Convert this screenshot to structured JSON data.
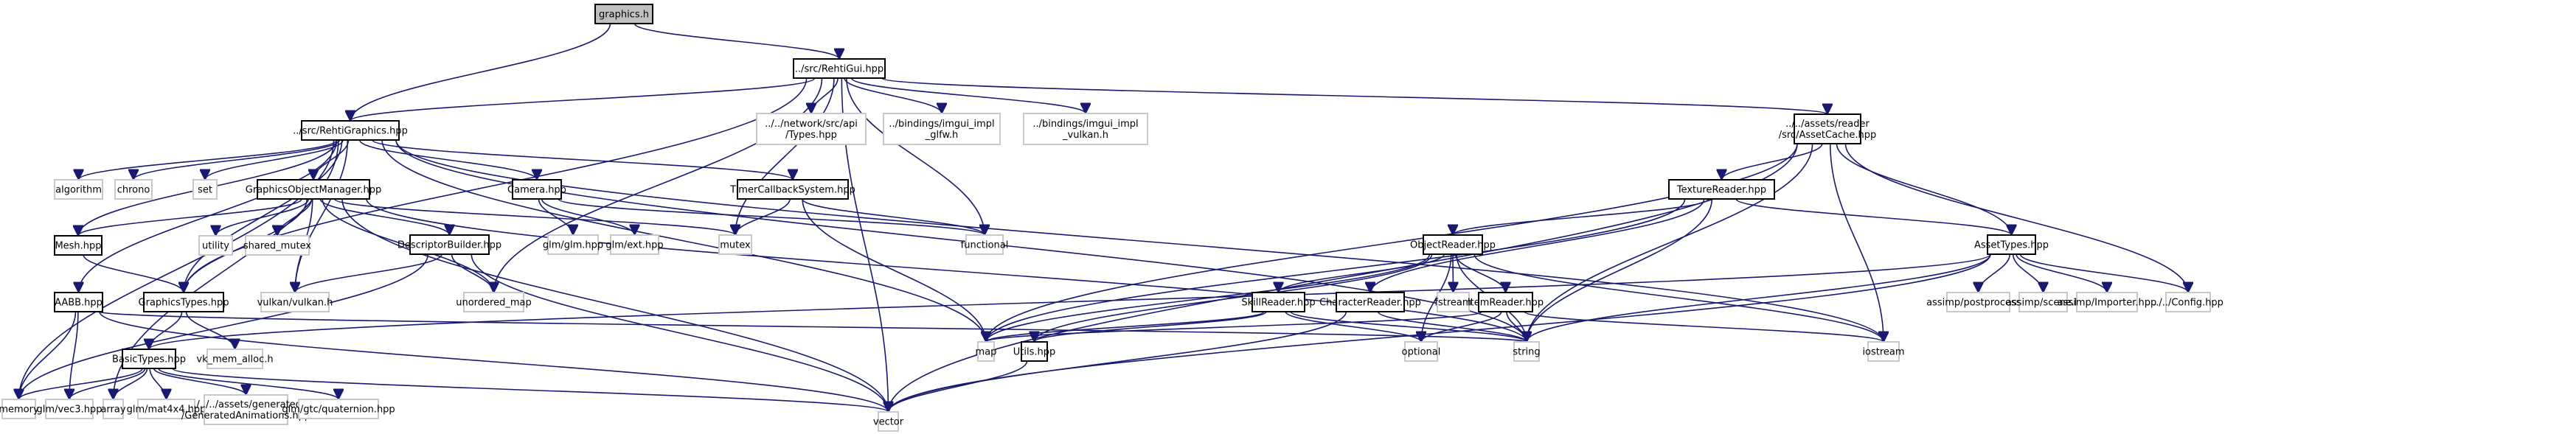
{
  "title": "graphics.h include dependency graph",
  "colors": {
    "edge": "#191970",
    "root_fill": "#bfbfbf",
    "internal_border": "#000000",
    "external_border": "#c8c8c8"
  },
  "nodes": [
    {
      "id": "graphics_h",
      "label": [
        "graphics.h"
      ],
      "kind": "root"
    },
    {
      "id": "rehti_gui",
      "label": [
        "../src/RehtiGui.hpp"
      ],
      "kind": "internal"
    },
    {
      "id": "rehti_graphics",
      "label": [
        "../src/RehtiGraphics.hpp"
      ],
      "kind": "internal"
    },
    {
      "id": "network_types",
      "label": [
        "../../network/src/api",
        "/Types.hpp"
      ],
      "kind": "external"
    },
    {
      "id": "imgui_glfw",
      "label": [
        "../bindings/imgui_impl",
        "_glfw.h"
      ],
      "kind": "external"
    },
    {
      "id": "imgui_vulkan",
      "label": [
        "../bindings/imgui_impl",
        "_vulkan.h"
      ],
      "kind": "external"
    },
    {
      "id": "asset_cache",
      "label": [
        "../../assets/reader",
        "/src/AssetCache.hpp"
      ],
      "kind": "internal"
    },
    {
      "id": "algorithm",
      "label": [
        "algorithm"
      ],
      "kind": "external"
    },
    {
      "id": "chrono",
      "label": [
        "chrono"
      ],
      "kind": "external"
    },
    {
      "id": "set",
      "label": [
        "set"
      ],
      "kind": "external"
    },
    {
      "id": "gom",
      "label": [
        "GraphicsObjectManager.hpp"
      ],
      "kind": "internal"
    },
    {
      "id": "camera",
      "label": [
        "Camera.hpp"
      ],
      "kind": "internal"
    },
    {
      "id": "timer",
      "label": [
        "TimerCallbackSystem.hpp"
      ],
      "kind": "internal"
    },
    {
      "id": "texture_reader",
      "label": [
        "TextureReader.hpp"
      ],
      "kind": "internal"
    },
    {
      "id": "mesh",
      "label": [
        "Mesh.hpp"
      ],
      "kind": "internal"
    },
    {
      "id": "utility",
      "label": [
        "utility"
      ],
      "kind": "external"
    },
    {
      "id": "shared_mutex",
      "label": [
        "shared_mutex"
      ],
      "kind": "external"
    },
    {
      "id": "descriptor_builder",
      "label": [
        "DescriptorBuilder.hpp"
      ],
      "kind": "internal"
    },
    {
      "id": "glm_glm",
      "label": [
        "glm/glm.hpp"
      ],
      "kind": "external"
    },
    {
      "id": "glm_ext",
      "label": [
        "glm/ext.hpp"
      ],
      "kind": "external"
    },
    {
      "id": "mutex",
      "label": [
        "mutex"
      ],
      "kind": "external"
    },
    {
      "id": "functional",
      "label": [
        "functional"
      ],
      "kind": "external"
    },
    {
      "id": "object_reader",
      "label": [
        "ObjectReader.hpp"
      ],
      "kind": "internal"
    },
    {
      "id": "asset_types",
      "label": [
        "AssetTypes.hpp"
      ],
      "kind": "internal"
    },
    {
      "id": "aabb",
      "label": [
        "AABB.hpp"
      ],
      "kind": "internal"
    },
    {
      "id": "graphics_types",
      "label": [
        "GraphicsTypes.hpp"
      ],
      "kind": "internal"
    },
    {
      "id": "vulkan",
      "label": [
        "vulkan/vulkan.h"
      ],
      "kind": "external"
    },
    {
      "id": "unordered_map",
      "label": [
        "unordered_map"
      ],
      "kind": "external"
    },
    {
      "id": "skill_reader",
      "label": [
        "SkillReader.hpp"
      ],
      "kind": "internal"
    },
    {
      "id": "character_reader",
      "label": [
        "CharacterReader.hpp"
      ],
      "kind": "internal"
    },
    {
      "id": "fstream",
      "label": [
        "fstream"
      ],
      "kind": "external"
    },
    {
      "id": "item_reader",
      "label": [
        "ItemReader.hpp"
      ],
      "kind": "internal"
    },
    {
      "id": "assimp_post",
      "label": [
        "assimp/postprocess.h"
      ],
      "kind": "external"
    },
    {
      "id": "assimp_scene",
      "label": [
        "assimp/scene.h"
      ],
      "kind": "external"
    },
    {
      "id": "assimp_importer",
      "label": [
        "assimp/Importer.hpp"
      ],
      "kind": "external"
    },
    {
      "id": "config",
      "label": [
        "../../Config.hpp"
      ],
      "kind": "external"
    },
    {
      "id": "basic_types",
      "label": [
        "BasicTypes.hpp"
      ],
      "kind": "internal"
    },
    {
      "id": "vk_mem_alloc",
      "label": [
        "vk_mem_alloc.h"
      ],
      "kind": "external"
    },
    {
      "id": "map",
      "label": [
        "map"
      ],
      "kind": "external"
    },
    {
      "id": "utils",
      "label": [
        "Utils.hpp"
      ],
      "kind": "internal"
    },
    {
      "id": "optional",
      "label": [
        "optional"
      ],
      "kind": "external"
    },
    {
      "id": "string",
      "label": [
        "string"
      ],
      "kind": "external"
    },
    {
      "id": "iostream",
      "label": [
        "iostream"
      ],
      "kind": "external"
    },
    {
      "id": "memory",
      "label": [
        "memory"
      ],
      "kind": "external"
    },
    {
      "id": "glm_vec3",
      "label": [
        "glm/vec3.hpp"
      ],
      "kind": "external"
    },
    {
      "id": "array",
      "label": [
        "array"
      ],
      "kind": "external"
    },
    {
      "id": "glm_mat4",
      "label": [
        "glm/mat4x4.hpp"
      ],
      "kind": "external"
    },
    {
      "id": "gen_anim",
      "label": [
        "../../../assets/generated",
        "/GeneratedAnimations.hpp"
      ],
      "kind": "external"
    },
    {
      "id": "glm_quat",
      "label": [
        "glm/gtc/quaternion.hpp"
      ],
      "kind": "external"
    },
    {
      "id": "vector",
      "label": [
        "vector"
      ],
      "kind": "external"
    }
  ],
  "edges": [
    [
      "graphics_h",
      "rehti_gui"
    ],
    [
      "graphics_h",
      "rehti_graphics"
    ],
    [
      "rehti_gui",
      "network_types"
    ],
    [
      "rehti_gui",
      "imgui_glfw"
    ],
    [
      "rehti_gui",
      "imgui_vulkan"
    ],
    [
      "rehti_gui",
      "asset_cache"
    ],
    [
      "rehti_gui",
      "rehti_graphics"
    ],
    [
      "rehti_gui",
      "functional"
    ],
    [
      "rehti_gui",
      "mutex"
    ],
    [
      "rehti_gui",
      "vector"
    ],
    [
      "rehti_gui",
      "unordered_map"
    ],
    [
      "rehti_gui",
      "graphics_types"
    ],
    [
      "rehti_graphics",
      "algorithm"
    ],
    [
      "rehti_graphics",
      "chrono"
    ],
    [
      "rehti_graphics",
      "set"
    ],
    [
      "rehti_graphics",
      "gom"
    ],
    [
      "rehti_graphics",
      "camera"
    ],
    [
      "rehti_graphics",
      "timer"
    ],
    [
      "rehti_graphics",
      "mesh"
    ],
    [
      "rehti_graphics",
      "aabb"
    ],
    [
      "rehti_graphics",
      "graphics_types"
    ],
    [
      "rehti_graphics",
      "memory"
    ],
    [
      "rehti_graphics",
      "array"
    ],
    [
      "rehti_graphics",
      "map"
    ],
    [
      "rehti_graphics",
      "string"
    ],
    [
      "rehti_graphics",
      "iostream"
    ],
    [
      "rehti_graphics",
      "vulkan"
    ],
    [
      "gom",
      "mesh"
    ],
    [
      "gom",
      "utility"
    ],
    [
      "gom",
      "shared_mutex"
    ],
    [
      "gom",
      "descriptor_builder"
    ],
    [
      "gom",
      "graphics_types"
    ],
    [
      "gom",
      "unordered_map"
    ],
    [
      "gom",
      "mutex"
    ],
    [
      "gom",
      "vector"
    ],
    [
      "gom",
      "string"
    ],
    [
      "gom",
      "vulkan"
    ],
    [
      "camera",
      "glm_glm"
    ],
    [
      "camera",
      "glm_ext"
    ],
    [
      "camera",
      "functional"
    ],
    [
      "timer",
      "mutex"
    ],
    [
      "timer",
      "functional"
    ],
    [
      "timer",
      "map"
    ],
    [
      "descriptor_builder",
      "vulkan"
    ],
    [
      "descriptor_builder",
      "unordered_map"
    ],
    [
      "descriptor_builder",
      "vector"
    ],
    [
      "descriptor_builder",
      "memory"
    ],
    [
      "mesh",
      "graphics_types"
    ],
    [
      "aabb",
      "memory"
    ],
    [
      "aabb",
      "glm_vec3"
    ],
    [
      "aabb",
      "vector"
    ],
    [
      "aabb",
      "string"
    ],
    [
      "graphics_types",
      "basic_types"
    ],
    [
      "graphics_types",
      "vk_mem_alloc"
    ],
    [
      "basic_types",
      "memory"
    ],
    [
      "basic_types",
      "glm_vec3"
    ],
    [
      "basic_types",
      "array"
    ],
    [
      "basic_types",
      "glm_mat4"
    ],
    [
      "basic_types",
      "gen_anim"
    ],
    [
      "basic_types",
      "glm_quat"
    ],
    [
      "basic_types",
      "vector"
    ],
    [
      "asset_cache",
      "texture_reader"
    ],
    [
      "asset_cache",
      "asset_types"
    ],
    [
      "asset_cache",
      "config"
    ],
    [
      "asset_cache",
      "map"
    ],
    [
      "asset_cache",
      "string"
    ],
    [
      "asset_cache",
      "iostream"
    ],
    [
      "asset_cache",
      "vector"
    ],
    [
      "texture_reader",
      "object_reader"
    ],
    [
      "texture_reader",
      "character_reader"
    ],
    [
      "texture_reader",
      "asset_types"
    ],
    [
      "texture_reader",
      "map"
    ],
    [
      "texture_reader",
      "string"
    ],
    [
      "object_reader",
      "skill_reader"
    ],
    [
      "object_reader",
      "item_reader"
    ],
    [
      "object_reader",
      "fstream"
    ],
    [
      "object_reader",
      "optional"
    ],
    [
      "object_reader",
      "string"
    ],
    [
      "object_reader",
      "map"
    ],
    [
      "object_reader",
      "utils"
    ],
    [
      "object_reader",
      "iostream"
    ],
    [
      "skill_reader",
      "map"
    ],
    [
      "skill_reader",
      "utils"
    ],
    [
      "skill_reader",
      "string"
    ],
    [
      "skill_reader",
      "optional"
    ],
    [
      "character_reader",
      "string"
    ],
    [
      "character_reader",
      "vector"
    ],
    [
      "item_reader",
      "map"
    ],
    [
      "item_reader",
      "optional"
    ],
    [
      "item_reader",
      "string"
    ],
    [
      "item_reader",
      "iostream"
    ],
    [
      "utils",
      "vector"
    ],
    [
      "asset_types",
      "assimp_post"
    ],
    [
      "asset_types",
      "assimp_scene"
    ],
    [
      "asset_types",
      "assimp_importer"
    ],
    [
      "asset_types",
      "config"
    ],
    [
      "asset_types",
      "vector"
    ],
    [
      "asset_types",
      "string"
    ],
    [
      "asset_types",
      "basic_types"
    ]
  ]
}
